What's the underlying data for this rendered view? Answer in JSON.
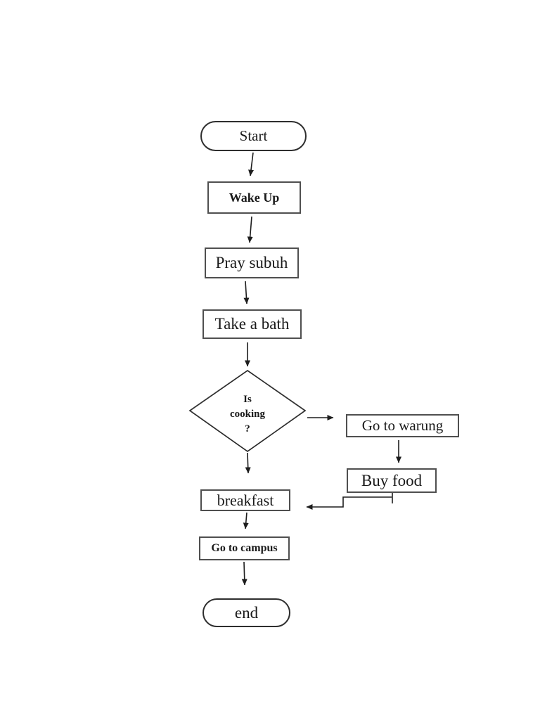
{
  "page": {
    "background": "#ffffff",
    "description": "Flowchart of a morning routine"
  },
  "colors": {
    "line": "#1d1d1d",
    "process_border": "#4f4f4f",
    "terminator_border": "#2e2e2e",
    "text": "#1a1a1a",
    "page_bg": "#ffffff"
  },
  "flowchart": {
    "nodes": {
      "start": {
        "type": "terminator",
        "label": "Start"
      },
      "wake_up": {
        "type": "process",
        "label": "Wake Up"
      },
      "pray_subuh": {
        "type": "process",
        "label": "Pray subuh"
      },
      "take_a_bath": {
        "type": "process",
        "label": "Take a bath"
      },
      "is_cooking": {
        "type": "decision",
        "label": "Is cooking ?",
        "line1": "Is",
        "line2": "cooking",
        "line3": "?"
      },
      "go_to_warung": {
        "type": "process",
        "label": "Go to warung"
      },
      "buy_food": {
        "type": "process",
        "label": "Buy food"
      },
      "breakfast": {
        "type": "process",
        "label": "breakfast"
      },
      "go_to_campus": {
        "type": "process",
        "label": "Go to campus"
      },
      "end": {
        "type": "terminator",
        "label": "end"
      }
    },
    "edges": [
      {
        "from": "start",
        "to": "wake_up",
        "direction": "down"
      },
      {
        "from": "wake_up",
        "to": "pray_subuh",
        "direction": "down"
      },
      {
        "from": "pray_subuh",
        "to": "take_a_bath",
        "direction": "down"
      },
      {
        "from": "take_a_bath",
        "to": "is_cooking",
        "direction": "down"
      },
      {
        "from": "is_cooking",
        "to": "go_to_warung",
        "direction": "right"
      },
      {
        "from": "is_cooking",
        "to": "breakfast",
        "direction": "down"
      },
      {
        "from": "go_to_warung",
        "to": "buy_food",
        "direction": "down"
      },
      {
        "from": "buy_food",
        "to": "breakfast",
        "direction": "down-left-loop"
      },
      {
        "from": "breakfast",
        "to": "go_to_campus",
        "direction": "down"
      },
      {
        "from": "go_to_campus",
        "to": "end",
        "direction": "down"
      }
    ]
  }
}
